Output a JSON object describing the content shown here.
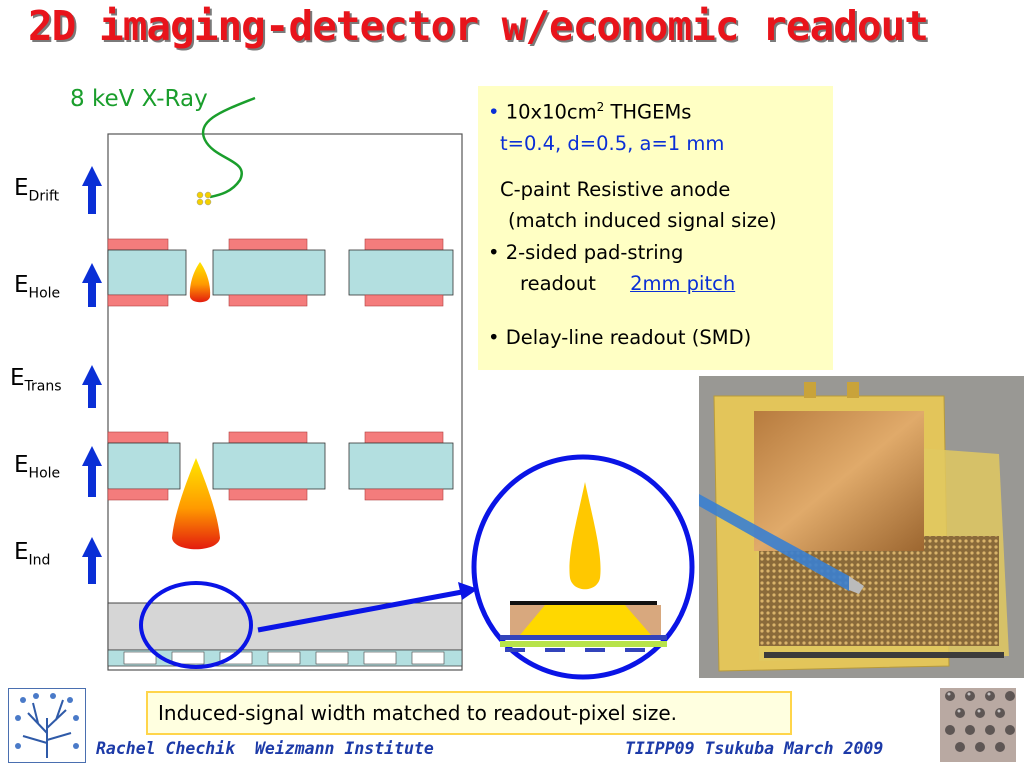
{
  "title": "2D imaging-detector w/economic readout",
  "xray_label": "8 keV X-Ray",
  "field_labels": [
    {
      "main": "E",
      "sub": "Drift"
    },
    {
      "main": "E",
      "sub": "Hole"
    },
    {
      "main": "E",
      "sub": "Trans"
    },
    {
      "main": "E",
      "sub": "Hole"
    },
    {
      "main": "E",
      "sub": "Ind"
    }
  ],
  "info": {
    "bullet": "•",
    "line1": "10x10cm",
    "line1_sup": "2",
    "line1_end": " THGEMs",
    "line2": "t=0.4, d=0.5, a=1 mm",
    "line3": "C-paint Resistive anode",
    "line4": "(match induced signal size)",
    "line5": "2-sided pad-string",
    "line6": "readout",
    "line6_link": "2mm pitch",
    "line7": "Delay-line readout (SMD)"
  },
  "caption": "Induced-signal width matched to readout-pixel size.",
  "footer": {
    "author": "Rachel Chechik",
    "institute": "Weizmann Institute",
    "event": "TIIPP09 Tsukuba March 2009"
  },
  "colors": {
    "title": "#e8141b",
    "xray": "#1a9e2c",
    "footer": "#1c3aa8",
    "arrow": "#0a2fd6",
    "electrode": "#f47c7c",
    "plate": "#b3dfe0",
    "info_bg": "#ffffc4"
  }
}
